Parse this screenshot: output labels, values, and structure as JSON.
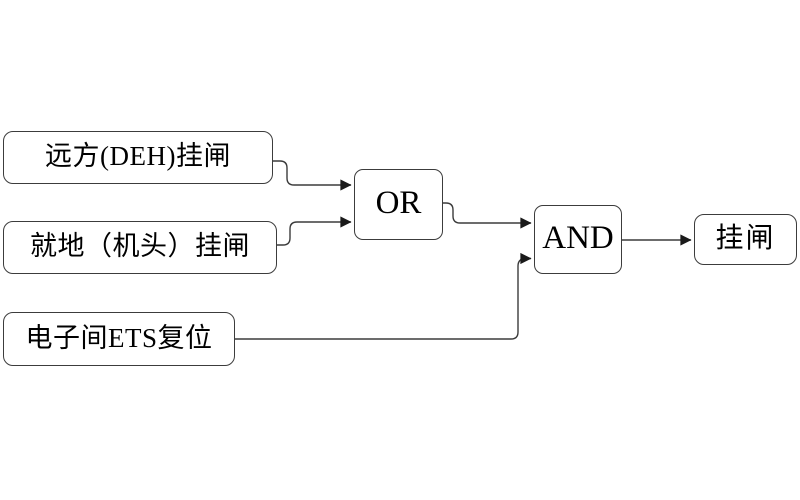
{
  "diagram": {
    "background_color": "#ffffff",
    "line_color": "#3c3c3c",
    "text_color": "#000000",
    "nodes": [
      {
        "id": "remote-deh-latch",
        "label": "远方(DEH)挂闸",
        "type": "input"
      },
      {
        "id": "local-head-latch",
        "label": "就地（机头）挂闸",
        "type": "input"
      },
      {
        "id": "ets-reset",
        "label": "电子间ETS复位",
        "type": "input"
      },
      {
        "id": "or-gate",
        "label": "OR",
        "type": "gate"
      },
      {
        "id": "and-gate",
        "label": "AND",
        "type": "gate"
      },
      {
        "id": "latch-output",
        "label": "挂闸",
        "type": "output"
      }
    ],
    "connections": [
      {
        "from": "remote-deh-latch",
        "to": "or-gate"
      },
      {
        "from": "local-head-latch",
        "to": "or-gate"
      },
      {
        "from": "or-gate",
        "to": "and-gate"
      },
      {
        "from": "ets-reset",
        "to": "and-gate"
      },
      {
        "from": "and-gate",
        "to": "latch-output"
      }
    ]
  }
}
